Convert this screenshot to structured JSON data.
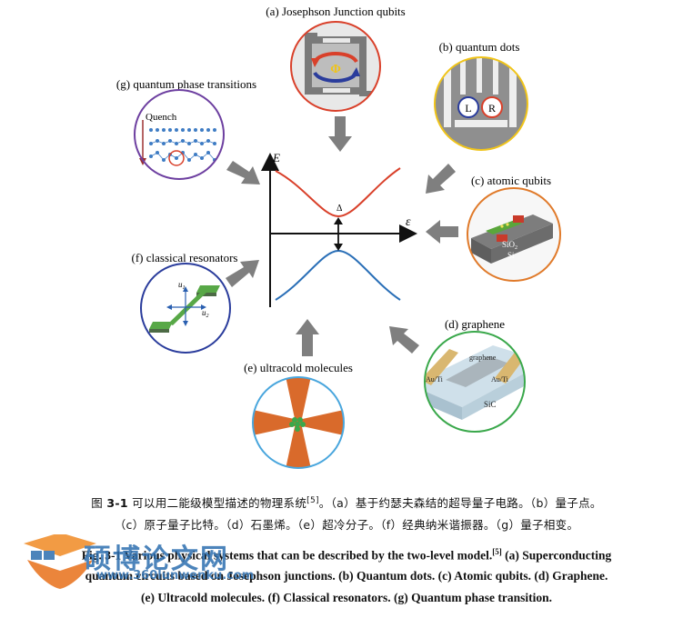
{
  "panels": {
    "a": {
      "label": "(a) Josephson Junction qubits",
      "symbol": "Φ"
    },
    "b": {
      "label": "(b) quantum dots",
      "dot_left": "L",
      "dot_right": "R"
    },
    "c": {
      "label": "(c) atomic qubits",
      "layer_top": "SiO",
      "layer_top_sub": "2",
      "layer_bottom": "Si"
    },
    "d": {
      "label": "(d) graphene",
      "material": "graphene",
      "contact_left": "Au/Ti",
      "contact_right": "Au/Ti",
      "substrate": "SiC"
    },
    "e": {
      "label": "(e) ultracold molecules"
    },
    "f": {
      "label": "(f) classical resonators",
      "axis_u1": "u",
      "axis_u1_sub": "1",
      "axis_u2": "u",
      "axis_u2_sub": "2"
    },
    "g": {
      "label": "(g) quantum phase transitions",
      "quench": "Quench"
    }
  },
  "center_plot": {
    "y_axis": "E",
    "x_axis": "ε",
    "gap": "Δ"
  },
  "caption": {
    "cn_line1_prefix": "图 ",
    "cn_line1_num": "3-1",
    "cn_line1_text": " 可以用二能级模型描述的物理系统",
    "cn_ref": "[5]",
    "cn_line1_rest": "。（a）基于约瑟夫森结的超导量子电路。（b）量子点。",
    "cn_line2": "（c）原子量子比特。（d）石墨烯。（e）超冷分子。（f）经典纳米谐振器。（g）量子相变。",
    "en_line1_prefix": "Fig. 3-1 Various physical systems that can be described by the two-level model.",
    "en_ref": "[5]",
    "en_line1_rest": " (a) Superconducting",
    "en_line2": "quantum circuits based on Josephson junctions. (b) Quantum dots. (c) Atomic qubits. (d) Graphene.",
    "en_line3": "(e) Ultracold molecules. (f) Classical resonators. (g) Quantum phase transition."
  },
  "watermark": {
    "title": "硕博论文网",
    "url": "www.360lunwenku.com"
  },
  "colors": {
    "red": "#d9402a",
    "blue": "#2a6fb7",
    "arrow": "#7f7f7f",
    "purple": "#6d3fa0",
    "yellow": "#f0c419",
    "orange": "#e07a2a",
    "green": "#3aa84b",
    "light_blue": "#49a6dd",
    "navy": "#2a3c9c"
  }
}
